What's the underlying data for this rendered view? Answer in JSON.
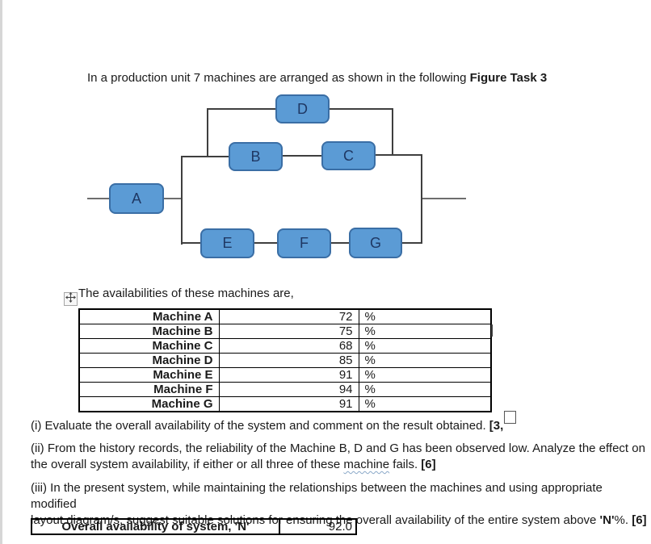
{
  "title": {
    "text": "In a production unit 7 machines are arranged as shown in the following ",
    "bold": "Figure Task 3"
  },
  "diagram": {
    "nodes": {
      "A": "A",
      "B": "B",
      "C": "C",
      "D": "D",
      "E": "E",
      "F": "F",
      "G": "G"
    },
    "colors": {
      "box_fill": "#5b9bd5",
      "box_border": "#3a6ea5",
      "box_text": "#1f3864",
      "line": "#3f3f3f"
    }
  },
  "caption": "The availabilities of these machines are,",
  "availability_table": {
    "rows": [
      {
        "machine": "Machine A",
        "value": "72",
        "unit": "%"
      },
      {
        "machine": "Machine B",
        "value": "75",
        "unit": "%"
      },
      {
        "machine": "Machine C",
        "value": "68",
        "unit": "%"
      },
      {
        "machine": "Machine D",
        "value": "85",
        "unit": "%"
      },
      {
        "machine": "Machine E",
        "value": "91",
        "unit": "%"
      },
      {
        "machine": "Machine F",
        "value": "94",
        "unit": "%"
      },
      {
        "machine": "Machine G",
        "value": "91",
        "unit": "%"
      }
    ]
  },
  "questions": {
    "q1": {
      "text": "(i) Evaluate the overall availability of the system and comment on the result obtained. ",
      "mark": "[3,"
    },
    "q2": {
      "line1": "(ii) From the history records, the reliability of the Machine B, D and G has been observed low. Analyze the effect on",
      "line2_pre": "the overall system availability, if either or all three of these ",
      "misspelled_word": "machine",
      "line2_post": " fails. ",
      "mark": "[6]"
    },
    "q3": {
      "line1": "(iii) In the present system, while maintaining the relationships between the machines and using appropriate modified",
      "line2_pre": "layout diagram/s, suggest suitable solutions for ensuring the overall availability of the entire system above ",
      "n_label": "'N'",
      "line2_post": "%. ",
      "mark": "[6]"
    }
  },
  "summary_table": {
    "label": "Overall availability of system, 'N'",
    "value": "92.0"
  }
}
